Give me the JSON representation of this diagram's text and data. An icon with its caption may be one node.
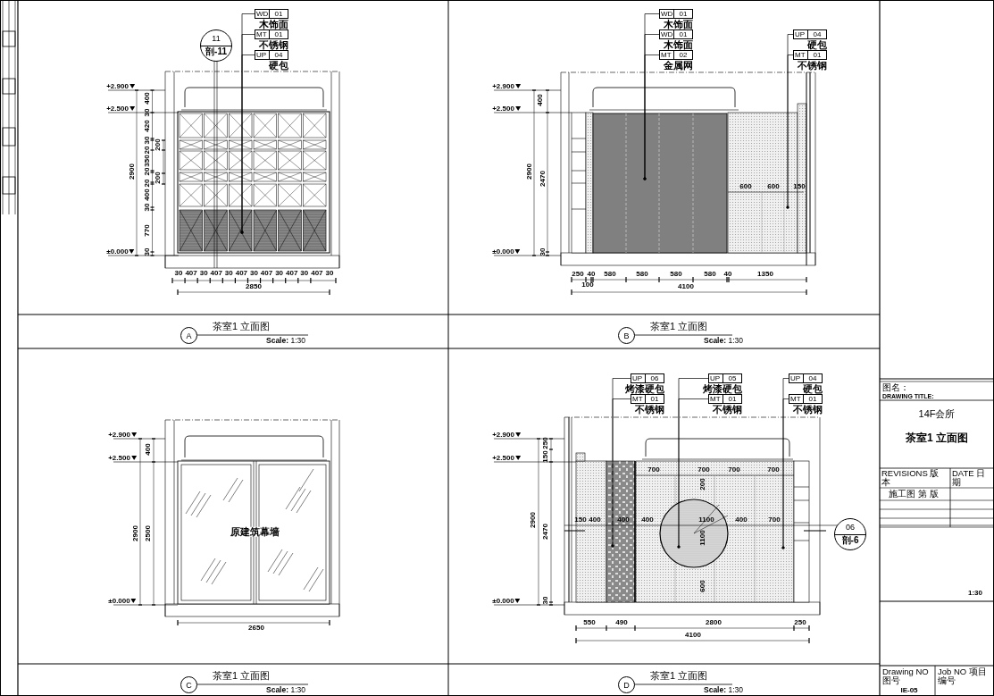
{
  "diagram": {
    "nodes": [
      {
        "text": [
          "WD",
          "01",
          "木饰面"
        ]
      },
      {
        "text": [
          "MT",
          "01",
          "不锈钢"
        ]
      },
      {
        "text": [
          "UP",
          "04",
          "硬包"
        ]
      },
      {
        "text": [
          "11",
          "剖-11"
        ]
      },
      {
        "text": [
          "WD",
          "01",
          "木饰面"
        ]
      },
      {
        "text": [
          "WD",
          "01",
          "木饰面"
        ]
      },
      {
        "text": [
          "MT",
          "02",
          "金属网"
        ]
      },
      {
        "text": [
          "UP",
          "04",
          "硬包"
        ]
      },
      {
        "text": [
          "MT",
          "01",
          "不锈钢"
        ]
      },
      {
        "text": [
          "UP",
          "06",
          "烤漆硬包"
        ]
      },
      {
        "text": [
          "MT",
          "01",
          "不锈钢"
        ]
      },
      {
        "text": [
          "UP",
          "05",
          "烤漆硬包"
        ]
      },
      {
        "text": [
          "MT",
          "01",
          "不锈钢"
        ]
      },
      {
        "text": [
          "UP",
          "04",
          "硬包"
        ]
      },
      {
        "text": [
          "MT",
          "01",
          "不锈钢"
        ]
      },
      {
        "text": [
          "06",
          "剖-6"
        ]
      },
      {
        "text": [
          "A"
        ],
        "beside": [
          "茶室1 立面图",
          "**Scale:** 1:30"
        ]
      },
      {
        "text": [
          "B"
        ],
        "beside": [
          "茶室1 立面图",
          "**Scale:** 1:30"
        ]
      },
      {
        "text": [
          "C"
        ],
        "beside": [
          "茶室1 立面图",
          "**Scale:** 1:30"
        ]
      },
      {
        "text": [
          "D"
        ],
        "beside": [
          "茶室1 立面图",
          "**Scale:** 1:30"
        ]
      }
    ],
    "edges": [
      {
        "from": 0,
        "to": null,
        "arrow": "other"
      },
      {
        "from": 1,
        "to": null,
        "arrow": "other"
      },
      {
        "from": 2,
        "to": null,
        "arrow": "other"
      },
      {
        "from": 4,
        "to": null,
        "arrow": "other"
      },
      {
        "from": 5,
        "to": null,
        "arrow": "other"
      },
      {
        "from": 6,
        "to": null,
        "arrow": "other"
      },
      {
        "from": 7,
        "to": null,
        "arrow": "other"
      },
      {
        "from": 8,
        "to": null,
        "arrow": "other"
      },
      {
        "from": 9,
        "to": null,
        "arrow": "other"
      },
      {
        "from": 10,
        "to": null,
        "arrow": "other"
      },
      {
        "from": 11,
        "to": null,
        "arrow": "other"
      },
      {
        "from": 12,
        "to": null,
        "arrow": "other"
      },
      {
        "from": 13,
        "to": null,
        "arrow": "other"
      },
      {
        "from": 14,
        "to": null,
        "arrow": "other"
      }
    ],
    "labels": [
      "+2.900",
      "+2.500",
      "±0.000",
      "400",
      "30",
      "420",
      "30",
      "200",
      "20",
      "350",
      "20",
      "200",
      "20",
      "400",
      "30",
      "770",
      "30",
      "2900",
      "30",
      "407",
      "30",
      "407",
      "30",
      "407",
      "30",
      "407",
      "30",
      "407",
      "30",
      "407",
      "30",
      "2850",
      "+2.900",
      "+2.500",
      "±0.000",
      "400",
      "2900",
      "2470",
      "30",
      "600",
      "600",
      "150",
      "250",
      "40",
      "580",
      "580",
      "580",
      "580",
      "40",
      "1350",
      "100",
      "4100",
      "+2.900",
      "+2.500",
      "±0.000",
      "400",
      "2900",
      "2500",
      "2650",
      "+2.900",
      "+2.500",
      "±0.000",
      "250",
      "150",
      "2900",
      "2470",
      "30",
      "700",
      "700",
      "700",
      "700",
      "150",
      "400",
      "400",
      "400",
      "1100",
      "400",
      "700",
      "200",
      "1100",
      "600",
      "550",
      "490",
      "2800",
      "250",
      "4100",
      "图名：",
      "DRAWING TITLE:",
      "14F会所",
      "茶室1 立面图",
      "REVISIONS 版本",
      "DATE 日期",
      "施工图 第 版",
      "1:30",
      "Drawing NO 图号",
      "IE-05",
      "Job NO 项目编号",
      "原建筑幕墙"
    ]
  }
}
